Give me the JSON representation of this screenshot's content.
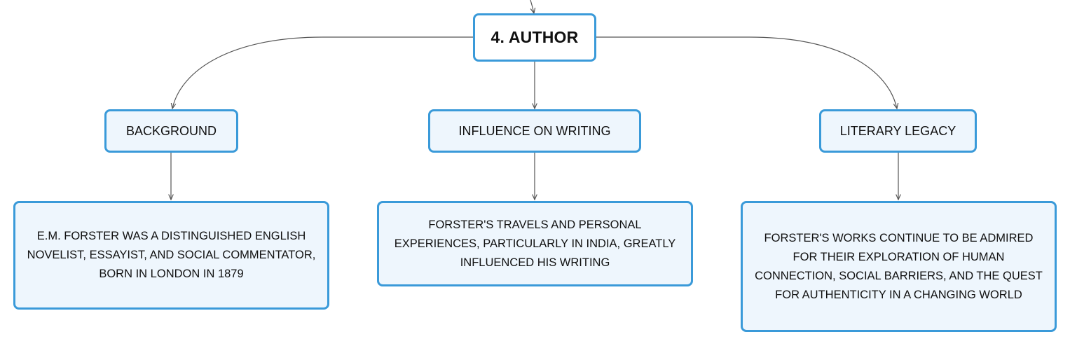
{
  "diagram": {
    "root": {
      "label": "4. AUTHOR"
    },
    "topics": [
      {
        "label": "BACKGROUND",
        "detail": "E.M. FORSTER WAS A DISTINGUISHED ENGLISH NOVELIST, ESSAYIST, AND SOCIAL COMMENTATOR, BORN IN LONDON IN 1879"
      },
      {
        "label": "INFLUENCE ON WRITING",
        "detail": "FORSTER'S TRAVELS AND PERSONAL EXPERIENCES, PARTICULARLY IN INDIA, GREATLY INFLUENCED HIS WRITING"
      },
      {
        "label": "LITERARY LEGACY",
        "detail": "FORSTER'S WORKS CONTINUE TO BE ADMIRED FOR THEIR EXPLORATION OF HUMAN CONNECTION, SOCIAL BARRIERS, AND THE QUEST FOR AUTHENTICITY IN A CHANGING WORLD"
      }
    ],
    "colors": {
      "node_border": "#3a9ad9",
      "node_fill": "#eef6fd",
      "root_fill": "#ffffff",
      "connector": "#555555"
    }
  }
}
